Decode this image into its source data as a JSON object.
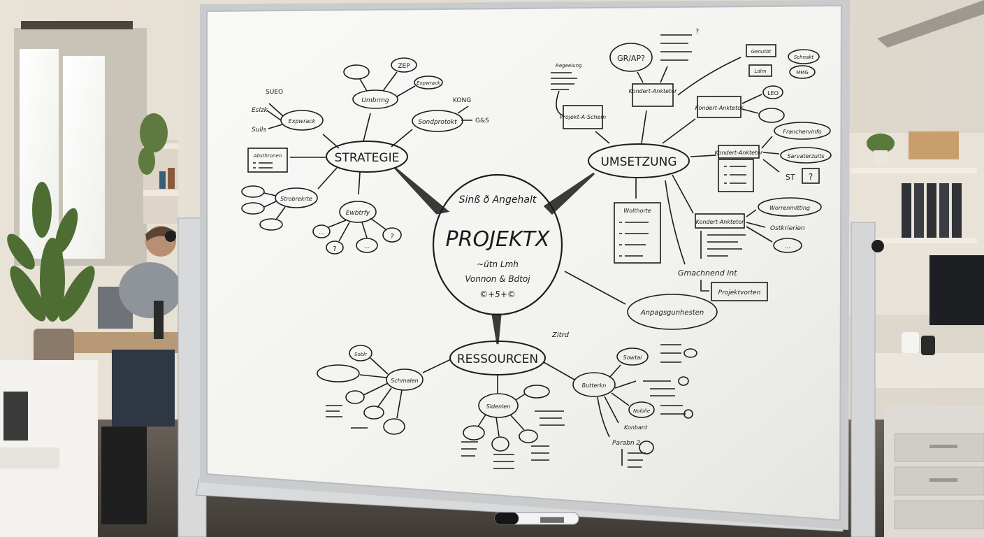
{
  "whiteboard": {
    "center": {
      "lines": [
        "Sinß ð Angehalt",
        "PROJEKTX",
        "~ütn Lmh",
        "Vonnon & Bdtoj",
        "©+5+©"
      ]
    },
    "branches": {
      "strategie": {
        "title": "STRATEGIE",
        "nodes": [
          "Umbrmg",
          "ZEP",
          "Expwrack",
          "SUEO",
          "Eslzk",
          "Sulls",
          "Sondprotokt",
          "KONG",
          "G&S",
          "Strobrekrte",
          "Ewbtrfy",
          "...",
          "?",
          "..."
        ],
        "box": "Absthronen"
      },
      "umsetzung": {
        "title": "UMSETZUNG",
        "nodes": [
          "GR/AP?",
          "Kondert-Anktetor",
          "Projekt-A-Schem",
          "Regeelung",
          "Genutbt",
          "Ldim",
          "Schnakt",
          "MMG",
          "LEO",
          "Franchervinfo",
          "Sarvaterzuits",
          "ST",
          "?",
          "Wolthorte",
          "Worrenmitting",
          "Ostkrierien",
          "Gmachnend int",
          "Projektvorten"
        ]
      },
      "ressourcen": {
        "title": "RESSOURCEN",
        "nodes": [
          "Soblr",
          "Schmalen",
          "Sldenlen",
          "Butterkn",
          "Sowtai",
          "Noiblie",
          "Konbant",
          "Parabn 2",
          "Anpagsgunhesten",
          "Zitrd"
        ]
      }
    },
    "marker_label": "████████"
  }
}
